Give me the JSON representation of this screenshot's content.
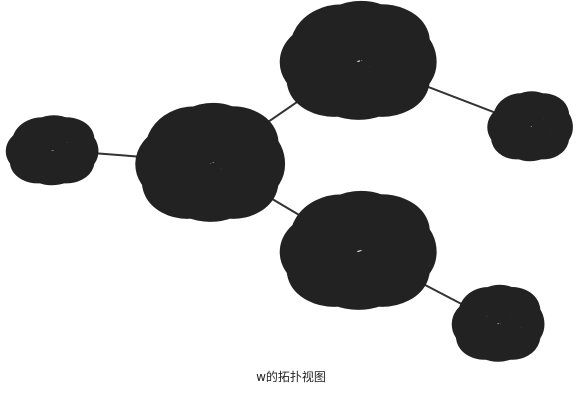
{
  "nodes": [
    {
      "id": "w",
      "label": "w"
    },
    {
      "id": "A",
      "label": "A"
    },
    {
      "id": "B",
      "label": "B"
    },
    {
      "id": "C",
      "label": "C"
    },
    {
      "id": "x",
      "label": "x"
    },
    {
      "id": "y",
      "label": "y"
    }
  ],
  "edges": [
    {
      "from": "w",
      "to": "A"
    },
    {
      "from": "A",
      "to": "B"
    },
    {
      "from": "A",
      "to": "C"
    },
    {
      "from": "B",
      "to": "x"
    },
    {
      "from": "C",
      "to": "y"
    }
  ],
  "caption": "w的拓扑视图"
}
